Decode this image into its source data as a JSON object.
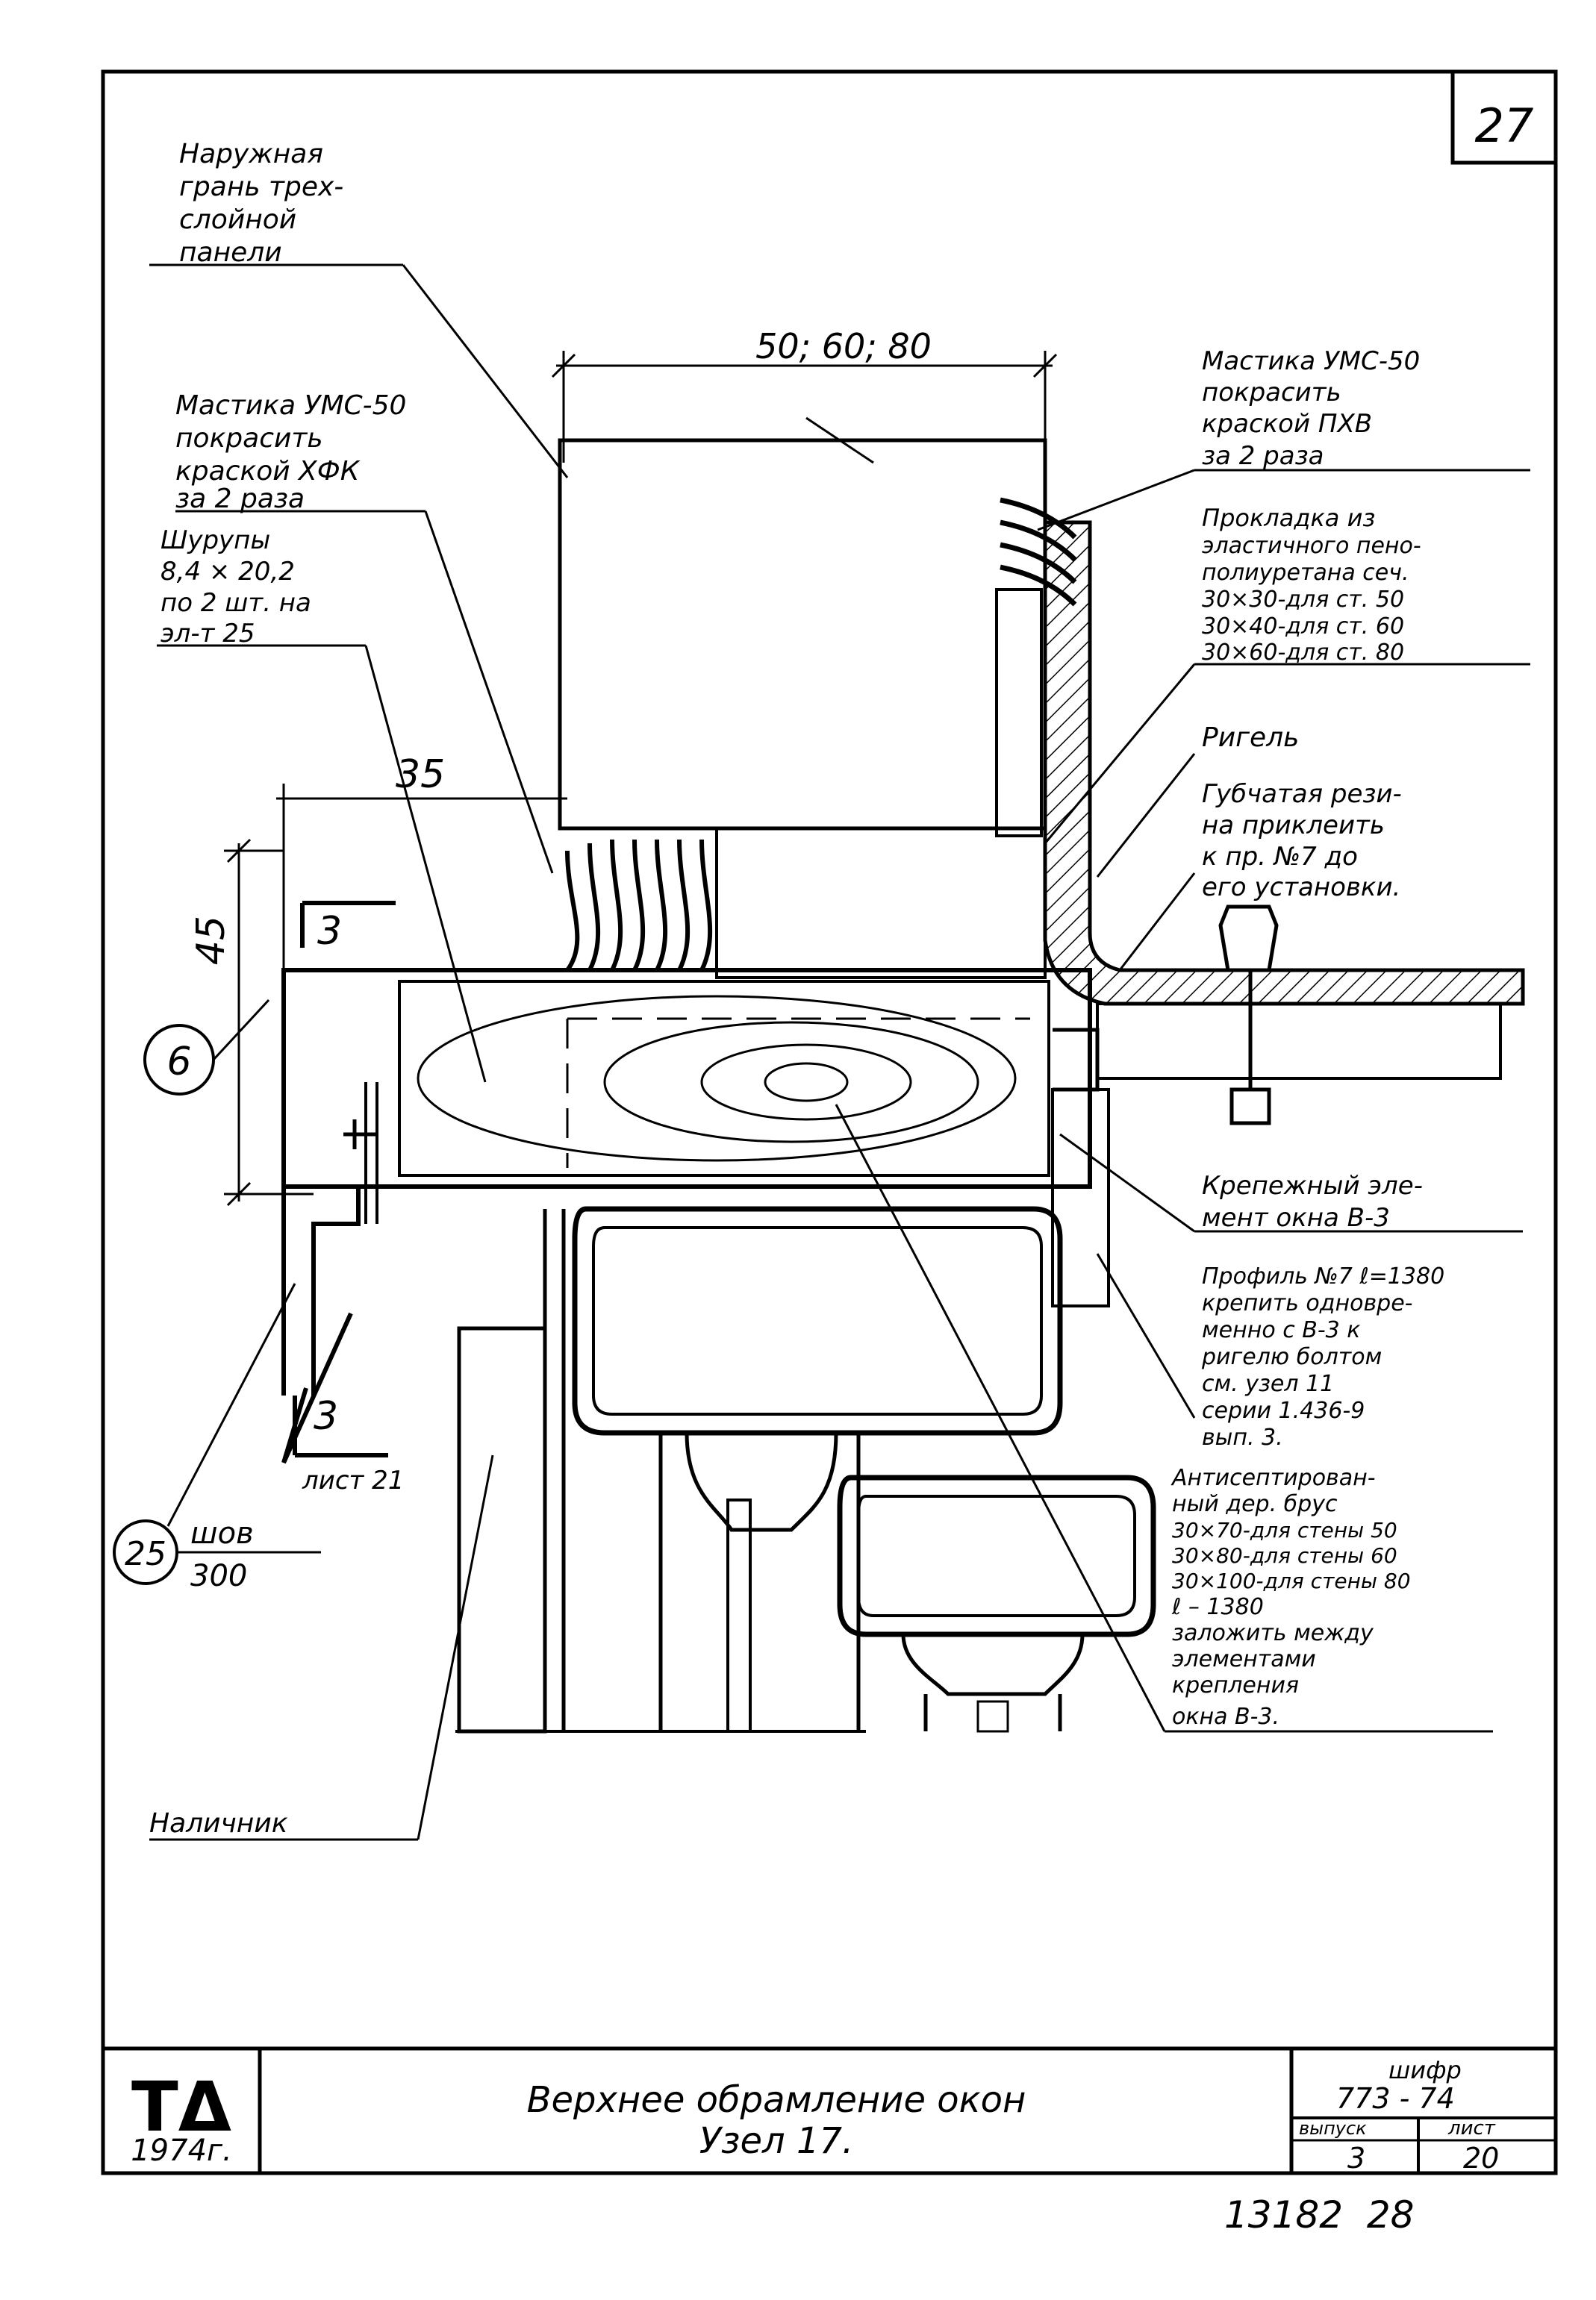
{
  "sheet": {
    "number": "27",
    "footer_note": "13182  28"
  },
  "callouts": {
    "outer_face": [
      "Наружная",
      "грань трех-",
      "слойной",
      "панели"
    ],
    "mastic_left": [
      "Мастика УМС-50",
      "покрасить",
      "краской ХФК",
      "за 2 раза"
    ],
    "screws": [
      "Шурупы",
      "8,4 × 20,2",
      "по 2 шт. на",
      "эл-т 25"
    ],
    "mastic_right": [
      "Мастика УМС-50",
      "покрасить",
      "краской ПХВ",
      "за 2 раза"
    ],
    "gasket": [
      "Прокладка из",
      "эластичного пено-",
      "полиуретана сеч.",
      "30×30-для ст. 50",
      "30×40-для ст. 60",
      "30×60-для ст. 80"
    ],
    "rigel": [
      "Ригель"
    ],
    "rubber": [
      "Губчатая рези-",
      "на приклеить",
      "к пр. №7 до",
      "его установки."
    ],
    "fastening": [
      "Крепежный эле-",
      "мент окна В-3"
    ],
    "profile": [
      "Профиль №7 ℓ=1380",
      "крепить одновре-",
      "менно с В-3 к",
      "ригелю болтом",
      "см. узел 11",
      "серии 1.436-9",
      "вып. 3."
    ],
    "beam": [
      "Антисептирован-",
      "ный дер. брус",
      "30×70-для стены 50",
      "30×80-для стены 60",
      "30×100-для стены 80",
      "ℓ – 1380",
      "заложить между",
      "элементами",
      "крепления",
      "окна В-3."
    ],
    "platband": [
      "Наличник"
    ]
  },
  "dimensions": {
    "top_width": "50; 60; 80",
    "d35": "35",
    "d45": "45"
  },
  "markers": {
    "pos6": "6",
    "pos25": "25",
    "weld_top": "шов",
    "weld_bottom": "300",
    "section_top": "3",
    "section_bot": "3",
    "section_sheet": "лист 21"
  },
  "title_block": {
    "org": "ТΔ",
    "year": "1974г.",
    "title_line1": "Верхнее обрамление окон",
    "title_line2": "Узел 17.",
    "code_label": "шифр",
    "code_value": "773 - 74",
    "issue_label": "выпуск",
    "issue_value": "3",
    "sheet_label": "лист",
    "sheet_value": "20"
  }
}
